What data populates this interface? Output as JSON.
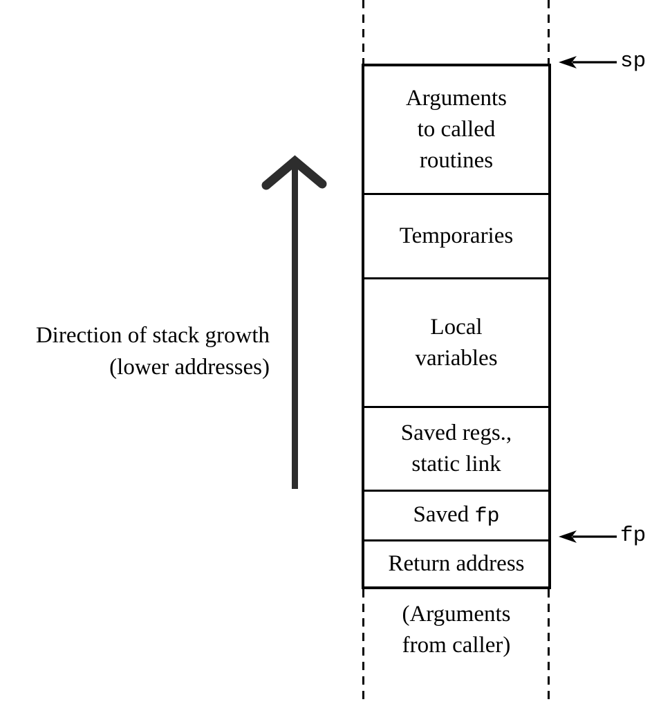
{
  "diagram": {
    "title_implicit": "Stack frame layout",
    "direction": {
      "label": "Direction of stack growth\n(lower addresses)"
    },
    "stack": {
      "rows": [
        {
          "label": "Arguments\nto called\nroutines"
        },
        {
          "label": "Temporaries"
        },
        {
          "label": "Local\nvariables"
        },
        {
          "label": "Saved regs.,\nstatic link"
        },
        {
          "label_prefix": "Saved ",
          "label_mono": "fp"
        },
        {
          "label": "Return address"
        }
      ],
      "below_label": "(Arguments\nfrom caller)"
    },
    "pointers": {
      "sp": {
        "label": "sp"
      },
      "fp": {
        "label": "fp"
      }
    },
    "colors": {
      "ink": "#000000",
      "growth_arrow": "#2d2d2d",
      "background": "#ffffff"
    }
  }
}
